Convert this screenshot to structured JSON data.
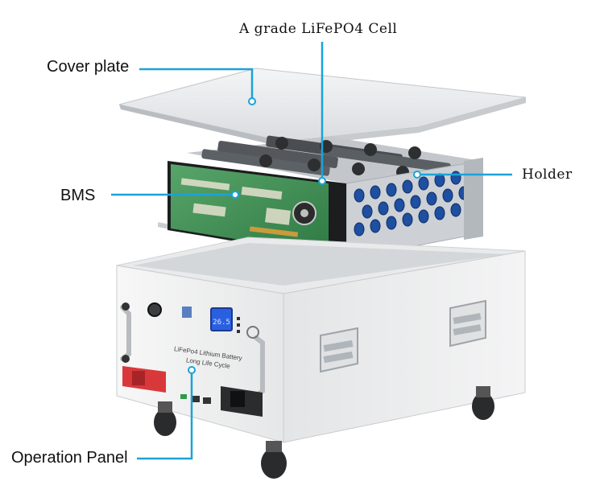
{
  "labels": {
    "cell": "A grade LiFePO4 Cell",
    "cover": "Cover plate",
    "holder": "Holder",
    "bms": "BMS",
    "panel": "Operation Panel"
  },
  "product_text": {
    "line1": "LiFePo4 Lithium Battery",
    "line2": "Long Life Cycle"
  },
  "lcd_readout": "26.5",
  "colors": {
    "leader": "#1aa3d9",
    "pcb": "#3f8f55",
    "cylinder": "#1e4fa0",
    "terminal_red": "#d9383a",
    "lcd": "#2a60e0"
  }
}
